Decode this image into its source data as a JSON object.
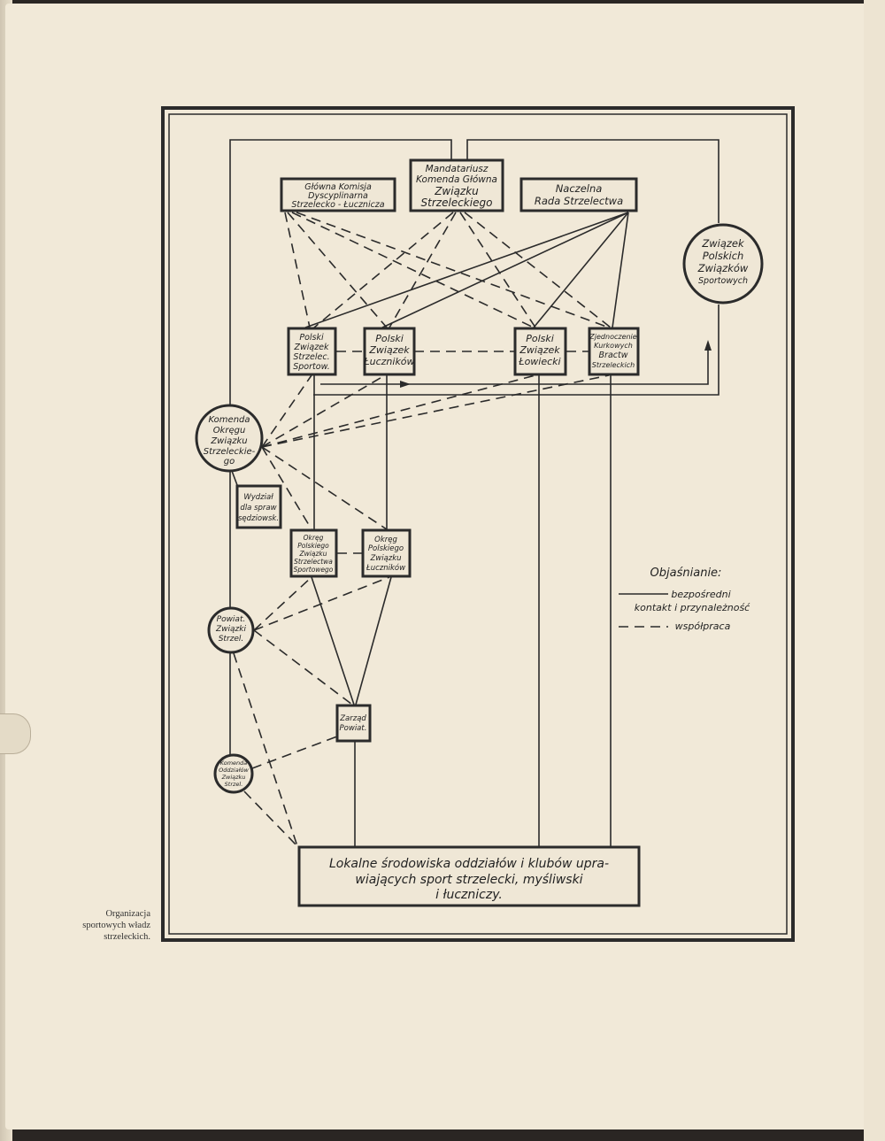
{
  "nodes": {
    "mandatariusz": [
      "Mandatariusz",
      "Komenda Główna",
      "Związku",
      "Strzeleckiego"
    ],
    "komisja": [
      "Główna Komisja",
      "Dyscyplinarna",
      "Strzelecko - Łucznicza"
    ],
    "rada": [
      "Naczelna",
      "Rada Strzelectwa"
    ],
    "zps": [
      "Związek",
      "Polskich",
      "Związków",
      "Sportowych"
    ],
    "pzss": [
      "Polski",
      "Związek",
      "Strzelec.",
      "Sportow."
    ],
    "pzl": [
      "Polski",
      "Związek",
      "Łuczników"
    ],
    "pzlow": [
      "Polski",
      "Związek",
      "Łowiecki"
    ],
    "zkbs": [
      "Zjednoczenie",
      "Kurkowych",
      "Bractw",
      "Strzeleckich"
    ],
    "komenda_okregu": [
      "Komenda",
      "Okręgu",
      "Związku",
      "Strzeleckie-",
      "go"
    ],
    "wydzial": [
      "Wydział",
      "dla spraw",
      "sędziowsk."
    ],
    "okreg_pzss": [
      "Okręg",
      "Polskiego",
      "Związku",
      "Strzelectwa",
      "Sportowego"
    ],
    "okreg_pzl": [
      "Okręg",
      "Polskiego",
      "Związku",
      "Łuczników"
    ],
    "powiat": [
      "Powiat.",
      "Związki",
      "Strzel."
    ],
    "zarzad": [
      "Zarząd",
      "Powiat."
    ],
    "komenda_oddzialow": [
      "Komenda",
      "Oddziałów",
      "Związku",
      "Strzel."
    ],
    "lokalne": [
      "Lokalne środowiska oddziałów i klubów upra-",
      "wiających sport strzelecki, myśliwski",
      "i łuczniczy."
    ]
  },
  "legend": {
    "title": "Objaśnianie:",
    "solid_1": "bezpośredni",
    "solid_2": "kontakt i przynależność",
    "dashed": "współpraca"
  },
  "caption": [
    "Organizacja",
    "sportowych władz",
    "strzeleckich."
  ]
}
